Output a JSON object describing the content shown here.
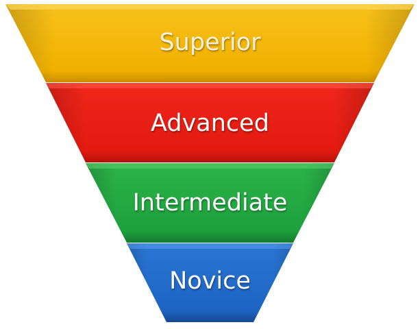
{
  "funnel": {
    "levels": [
      {
        "label": "Superior",
        "color": "#f4b400"
      },
      {
        "label": "Advanced",
        "color": "#e31b12"
      },
      {
        "label": "Intermediate",
        "color": "#1fa23f"
      },
      {
        "label": "Novice",
        "color": "#1f66c4"
      }
    ]
  }
}
